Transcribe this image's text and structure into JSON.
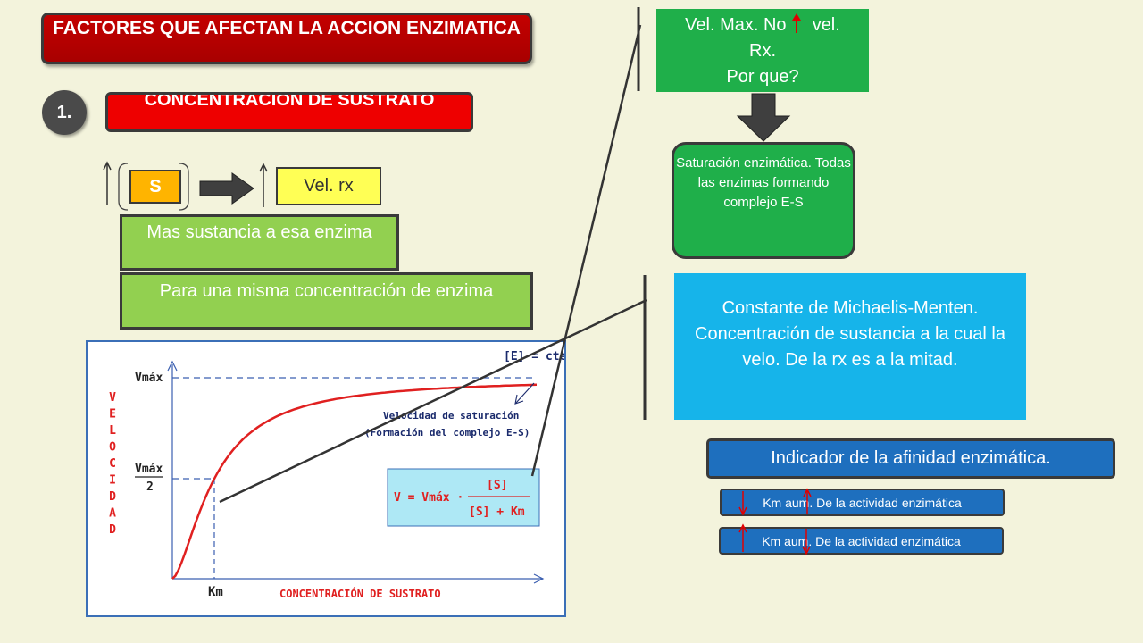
{
  "title": "FACTORES QUE AFECTAN LA ACCION ENZIMATICA",
  "section_number": "1.",
  "section_title": "CONCENTRACION DE SUSTRATO",
  "substrate_label": "S",
  "velocity_label": "Vel. rx",
  "note_more_substance": "Mas sustancia a esa enzima",
  "note_same_concentration": "Para una misma  concentración de enzima",
  "vel_max_box": {
    "line1_left": "Vel. Max. No",
    "line1_right": "vel.",
    "line2": "Rx.",
    "line3": "Por que?"
  },
  "saturation_box": "Saturación enzimática. Todas las enzimas formando complejo E-S",
  "km_box": "Constante de Michaelis-Menten. Concentración de sustancia a la cual la velo. De la rx es a la mitad.",
  "indicator_box": "Indicador de la afinidad enzimática.",
  "km_rows": [
    "Km aum. De la actividad enzimática",
    "Km aum. De la actividad enzimática"
  ],
  "chart_data": {
    "type": "line",
    "ylabel": "VELOCIDAD",
    "xlabel": "CONCENTRACIÓN DE SUSTRATO",
    "y_ticks": [
      "Vmáx",
      "Vmáx/2"
    ],
    "x_ticks": [
      "Km"
    ],
    "annotations": {
      "enzyme_constant": "[E] = cte.",
      "saturation_line1": "Velocidad de saturación",
      "saturation_line2": "(Formación del complejo E-S)",
      "formula": "V = Vmáx · [S] / ([S] + Km)"
    },
    "curve_color": "#e02020",
    "axis_color": "#3b5fb0"
  }
}
